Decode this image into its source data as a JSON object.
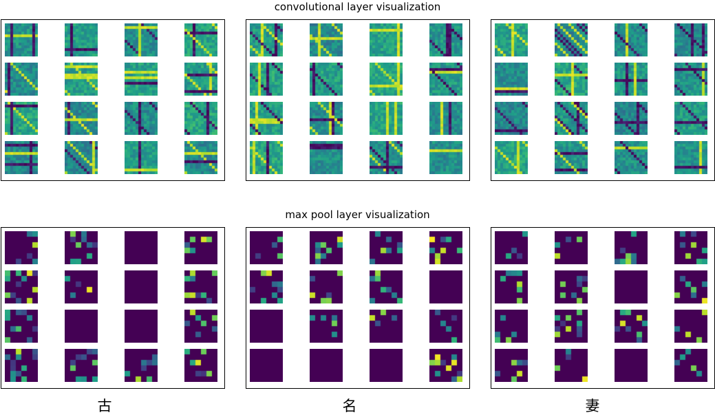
{
  "rows": [
    {
      "key": "conv",
      "title": "convolutional layer visualization",
      "map_size": 12
    },
    {
      "key": "pool",
      "title": "max pool layer visualization",
      "map_size": 6
    }
  ],
  "characters": [
    "古",
    "名",
    "妻"
  ],
  "grid": {
    "rows": 4,
    "cols": 4
  },
  "colormap": {
    "name": "viridis",
    "low": "#440154",
    "high": "#fde725"
  },
  "colors": {
    "background": "#ffffff",
    "border": "#000000"
  }
}
